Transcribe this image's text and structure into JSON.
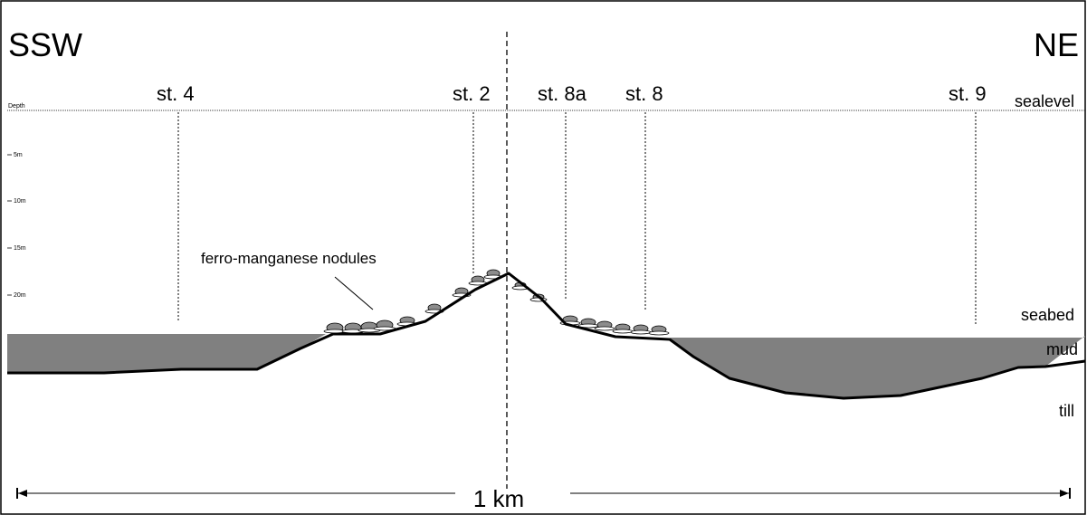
{
  "directions": {
    "left": "SSW",
    "right": "NE"
  },
  "stations": [
    {
      "id": "st4",
      "label": "st. 4"
    },
    {
      "id": "st2",
      "label": "st. 2"
    },
    {
      "id": "st8a",
      "label": "st. 8a"
    },
    {
      "id": "st8",
      "label": "st. 8"
    },
    {
      "id": "st9",
      "label": "st. 9"
    }
  ],
  "depth_axis": {
    "title": "Depth",
    "ticks": [
      "5m",
      "10m",
      "15m",
      "20m"
    ]
  },
  "layers": {
    "sealevel": "sealevel",
    "seabed": "seabed",
    "mud": "mud",
    "till": "till"
  },
  "callout": "ferro-manganese nodules",
  "scale_bar": {
    "label": "1 km"
  },
  "colors": {
    "mud": "#808080",
    "line": "#000000",
    "nodule": "#8c8c8c"
  }
}
